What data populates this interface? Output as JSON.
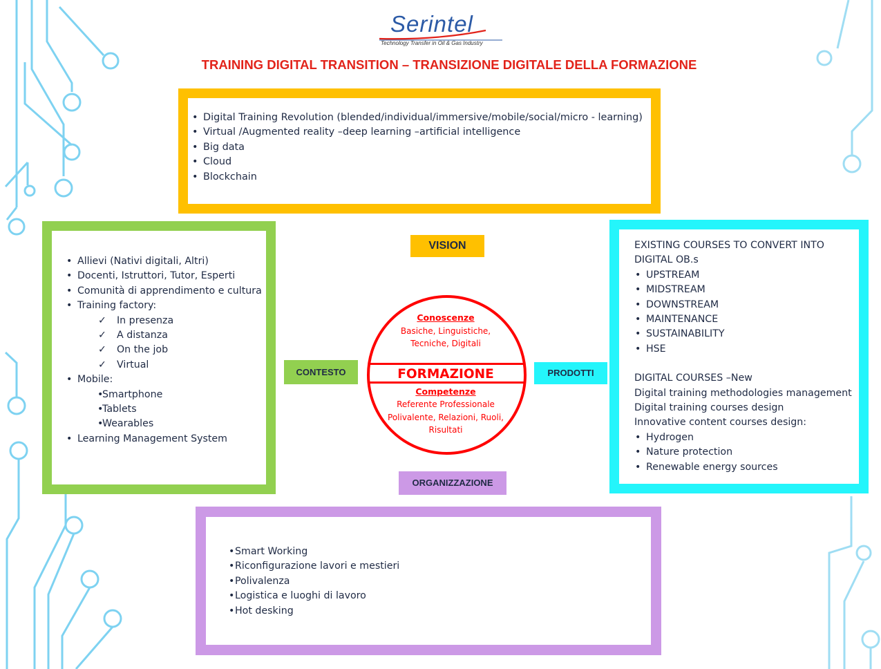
{
  "logo": {
    "name": "Serintel",
    "tagline": "Technology Transfer in Oil & Gas Industry"
  },
  "title": "TRAINING DIGITAL TRANSITION – TRANSIZIONE DIGITALE DELLA FORMAZIONE",
  "colors": {
    "title": "#e2231a",
    "vision": "#ffc000",
    "context": "#92d050",
    "products": "#24f5fb",
    "organization": "#cc99e6",
    "circle": "#ff0000",
    "circuit_left": "#5ec8ee",
    "circuit_right": "#8fd8f2"
  },
  "vision": {
    "label": "VISION",
    "items": [
      "Digital Training Revolution (blended/individual/immersive/mobile/social/micro - learning)",
      "Virtual /Augmented reality –deep learning –artificial intelligence",
      "Big data",
      "Cloud",
      "Blockchain"
    ]
  },
  "context": {
    "label": "CONTESTO",
    "items": [
      "Allievi (Nativi digitali, Altri)",
      "Docenti, Istruttori, Tutor, Esperti",
      "Comunità di apprendimento e cultura",
      "Training factory:"
    ],
    "factory_items": [
      "In presenza",
      "A distanza",
      "On the job",
      "Virtual"
    ],
    "mobile_label": "Mobile:",
    "mobile_items": [
      "Smartphone",
      "Tablets",
      "Wearables"
    ],
    "last_item": "Learning Management System"
  },
  "products": {
    "label": "PRODOTTI",
    "heading_line1": "EXISTING COURSES TO CONVERT INTO",
    "heading_line2": "DIGITAL OB.s",
    "existing_items": [
      "UPSTREAM",
      "MIDSTREAM",
      "DOWNSTREAM",
      "MAINTENANCE",
      "SUSTAINABILITY",
      "HSE"
    ],
    "digital_heading": "DIGITAL COURSES –New",
    "digital_lines": [
      "Digital training methodologies management",
      "Digital training courses design",
      "Innovative content courses design:"
    ],
    "innovative_items": [
      "Hydrogen",
      "Nature protection",
      "Renewable energy sources"
    ]
  },
  "organization": {
    "label": "ORGANIZZAZIONE",
    "items": [
      "Smart Working",
      "Riconfigurazione lavori e mestieri",
      "Polivalenza",
      "Logistica e luoghi di lavoro",
      "Hot desking"
    ]
  },
  "center": {
    "title": "FORMAZIONE",
    "knowledge_title": "Conoscenze",
    "knowledge_lines": [
      "Basiche, Linguistiche,",
      "Tecniche, Digitali"
    ],
    "competence_title": "Competenze",
    "competence_lines": [
      "Referente Professionale",
      "Polivalente, Relazioni, Ruoli,",
      "Risultati"
    ]
  }
}
